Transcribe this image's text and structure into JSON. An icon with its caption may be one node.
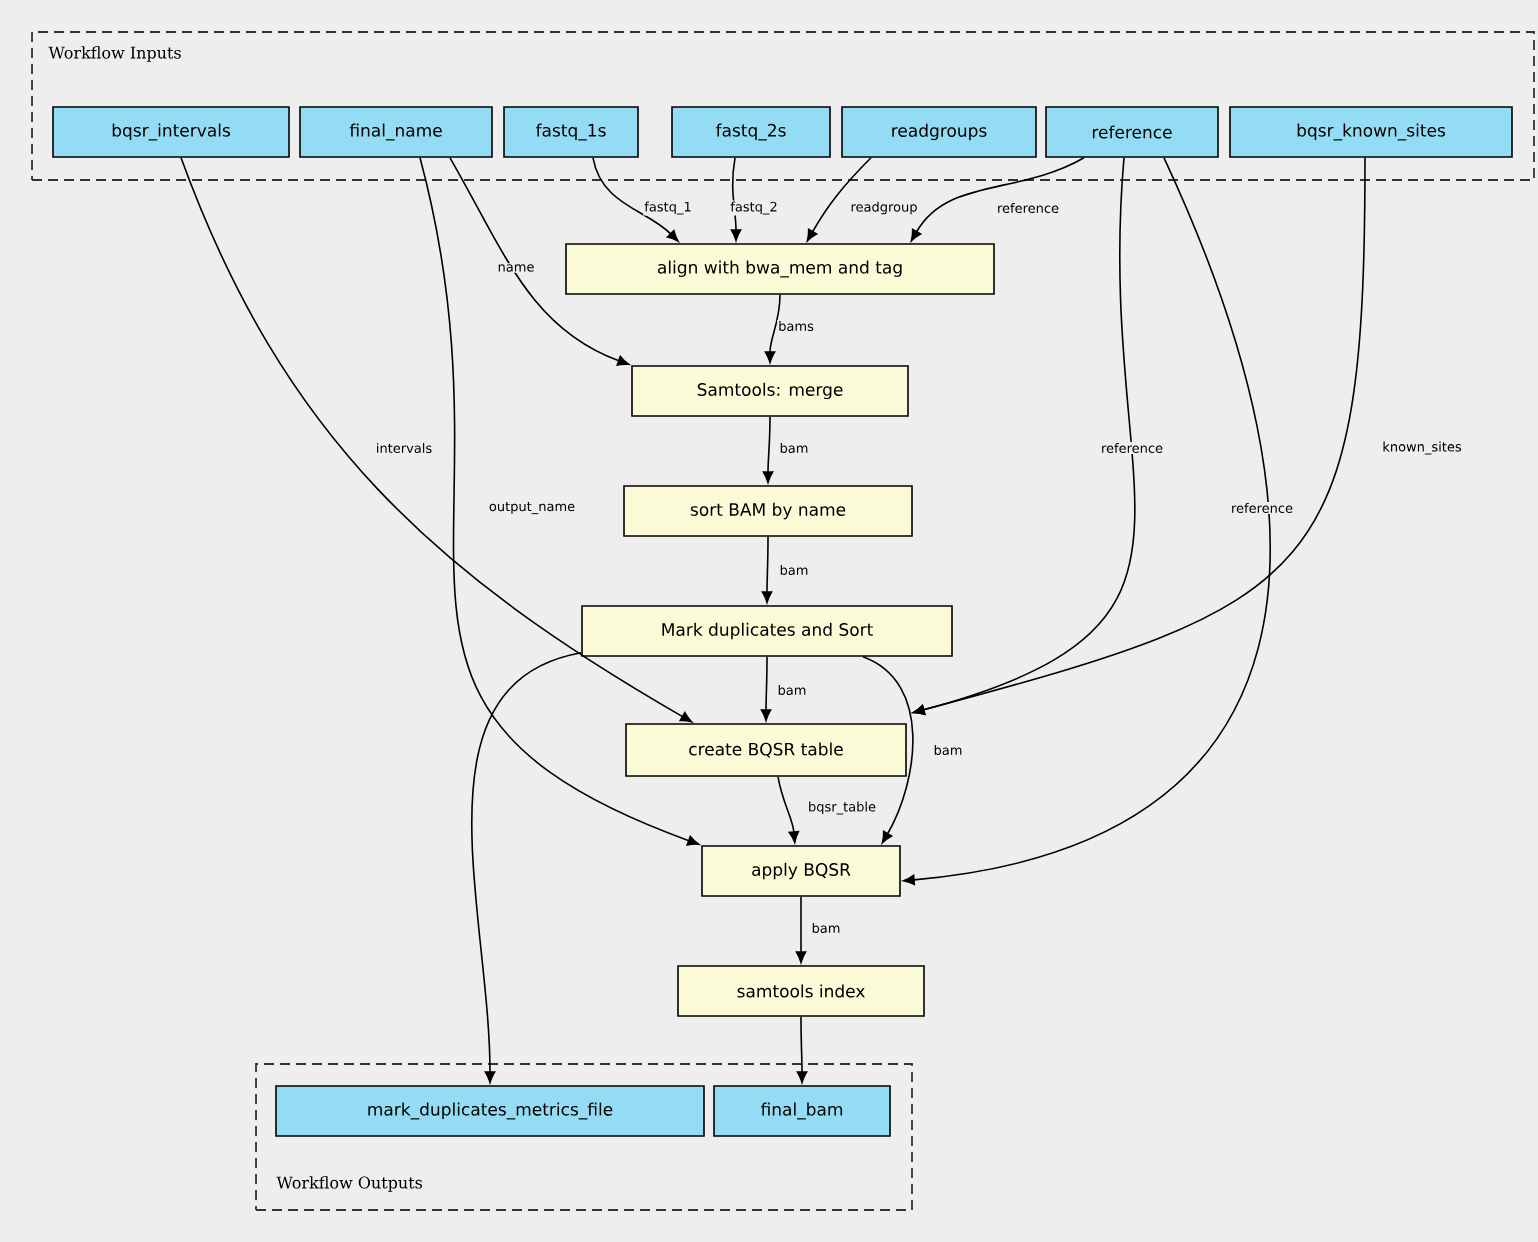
{
  "diagram": {
    "nodes": [
      {
        "text": [
          "Workflow Inputs"
        ]
      },
      {
        "text": [
          "bqsr_intervals"
        ],
        "in": 0
      },
      {
        "text": [
          "final_name"
        ],
        "in": 0
      },
      {
        "text": [
          "fastq_1s"
        ],
        "in": 0
      },
      {
        "text": [
          "fastq_2s"
        ],
        "in": 0
      },
      {
        "text": [
          "readgroups"
        ],
        "in": 0
      },
      {
        "text": [
          "reference"
        ],
        "in": 0
      },
      {
        "text": [
          "bqsr_known_sites"
        ],
        "in": 0
      },
      {
        "text": [
          "align with bwa_mem and tag"
        ]
      },
      {
        "text": [
          "Samtools: merge"
        ]
      },
      {
        "text": [
          "sort BAM by name"
        ]
      },
      {
        "text": [
          "Mark duplicates and Sort"
        ]
      },
      {
        "text": [
          "create BQSR table"
        ]
      },
      {
        "text": [
          "apply BQSR"
        ]
      },
      {
        "text": [
          "samtools index"
        ]
      },
      {
        "text": [
          "Workflow Outputs"
        ]
      },
      {
        "text": [
          "mark_duplicates_metrics_file"
        ],
        "in": 15
      },
      {
        "text": [
          "final_bam"
        ],
        "in": 15
      }
    ],
    "edges": [
      {
        "from": 3,
        "to": 8,
        "arrow": "to",
        "label": "fastq_1"
      },
      {
        "from": 4,
        "to": 8,
        "arrow": "to",
        "label": "fastq_2"
      },
      {
        "from": 5,
        "to": 8,
        "arrow": "to",
        "label": "readgroup"
      },
      {
        "from": 6,
        "to": 8,
        "arrow": "to",
        "label": "reference"
      },
      {
        "from": 2,
        "to": 9,
        "arrow": "to",
        "label": "name"
      },
      {
        "from": 8,
        "to": 9,
        "arrow": "to",
        "label": "bams"
      },
      {
        "from": 9,
        "to": 10,
        "arrow": "to",
        "label": "bam"
      },
      {
        "from": 10,
        "to": 11,
        "arrow": "to",
        "label": "bam"
      },
      {
        "from": 1,
        "to": 12,
        "arrow": "to",
        "label": "intervals"
      },
      {
        "from": 6,
        "to": 12,
        "arrow": "to",
        "label": "reference"
      },
      {
        "from": 7,
        "to": 12,
        "arrow": "to",
        "label": "known_sites"
      },
      {
        "from": 11,
        "to": 12,
        "arrow": "to",
        "label": "bam"
      },
      {
        "from": 2,
        "to": 13,
        "arrow": "to",
        "label": "output_name"
      },
      {
        "from": 6,
        "to": 13,
        "arrow": "to",
        "label": "reference"
      },
      {
        "from": 11,
        "to": 13,
        "arrow": "to",
        "label": "bam"
      },
      {
        "from": 12,
        "to": 13,
        "arrow": "to",
        "label": "bqsr_table"
      },
      {
        "from": 13,
        "to": 14,
        "arrow": "to",
        "label": "bam"
      },
      {
        "from": 11,
        "to": 16,
        "arrow": "to"
      },
      {
        "from": 14,
        "to": 17,
        "arrow": "to"
      }
    ]
  }
}
